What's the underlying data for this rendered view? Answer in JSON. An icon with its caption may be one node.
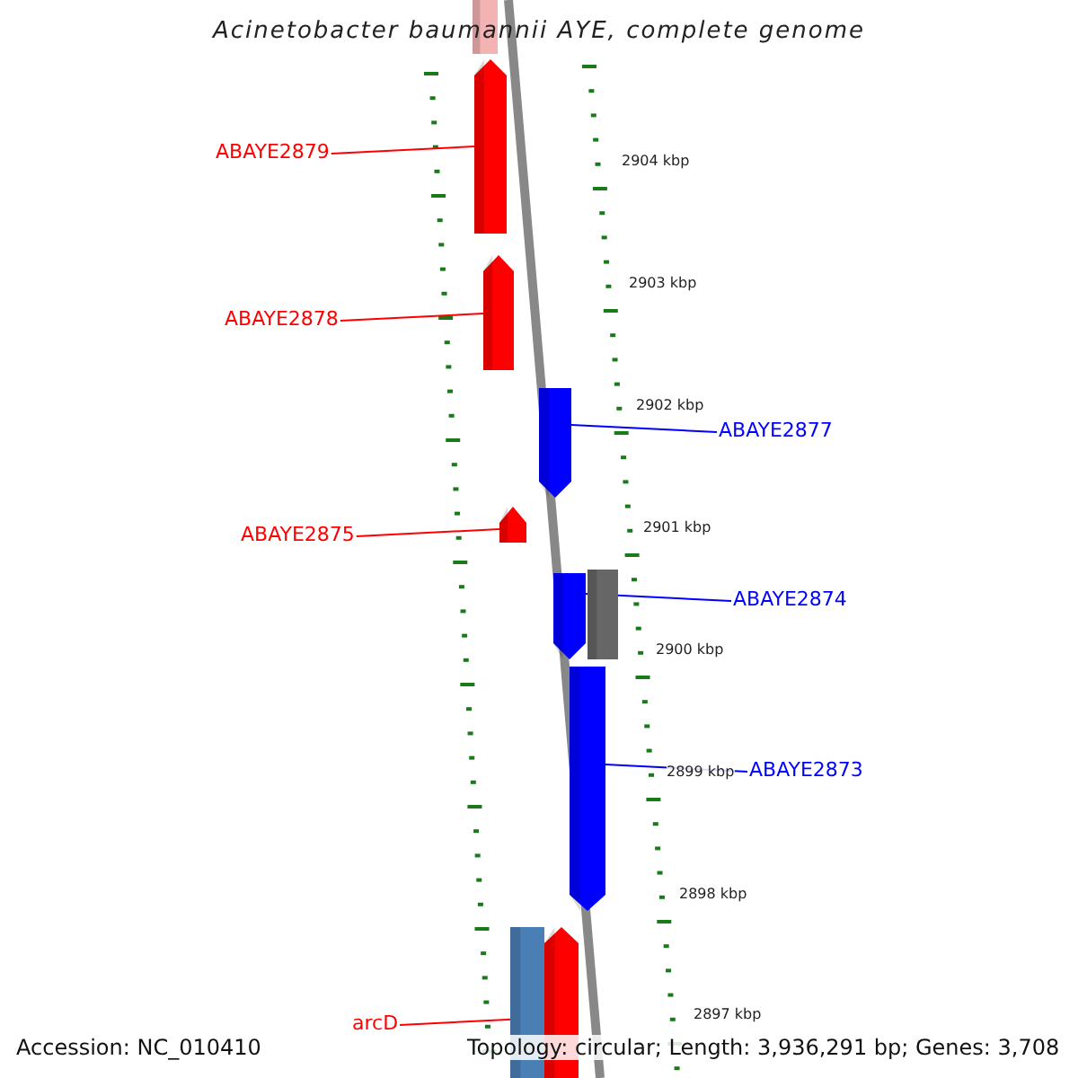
{
  "diagram": {
    "title": "Acinetobacter baumannii AYE, complete genome",
    "nodes": [
      {
        "text": [],
        "shape": "bar"
      },
      {
        "text": [
          "ABAYE2879"
        ]
      },
      {
        "text": [],
        "shape": "bar"
      },
      {
        "text": [
          "ABAYE2878"
        ]
      },
      {
        "text": [],
        "shape": "bar"
      },
      {
        "text": [],
        "shape": "bar"
      },
      {
        "text": [
          "ABAYE2877"
        ]
      },
      {
        "text": [
          "ABAYE2875"
        ]
      },
      {
        "text": [],
        "shape": "bar"
      },
      {
        "text": [],
        "shape": "bar"
      },
      {
        "text": [],
        "shape": "bar"
      },
      {
        "text": [
          "ABAYE2874"
        ]
      },
      {
        "text": [],
        "shape": "bar"
      },
      {
        "text": [
          "ABAYE2873"
        ]
      },
      {
        "text": [],
        "shape": "bar"
      },
      {
        "text": [],
        "shape": "bar"
      },
      {
        "text": [
          "arcD"
        ]
      }
    ],
    "edges": [
      {
        "from": 1,
        "to": 2,
        "arrow": "none"
      },
      {
        "from": 3,
        "to": 4,
        "arrow": "none"
      },
      {
        "from": 6,
        "to": 5,
        "arrow": "none",
        "color": "#0000ff"
      },
      {
        "from": 7,
        "to": 8,
        "arrow": "none"
      },
      {
        "from": 11,
        "to": 9,
        "arrow": "none",
        "color": "#0000ff"
      },
      {
        "from": 13,
        "to": 12,
        "arrow": "none",
        "color": "#0000ff"
      },
      {
        "from": 16,
        "to": 15,
        "arrow": "none"
      }
    ],
    "labels": [
      "2904 kbp",
      "2903 kbp",
      "2902 kbp",
      "2901 kbp",
      "2900 kbp",
      "2899 kbp",
      "2898 kbp",
      "2897 kbp",
      "Accession: NC_010410",
      "Topology: circular; Length: 3,936,291 bp; Genes: 3,708"
    ]
  }
}
